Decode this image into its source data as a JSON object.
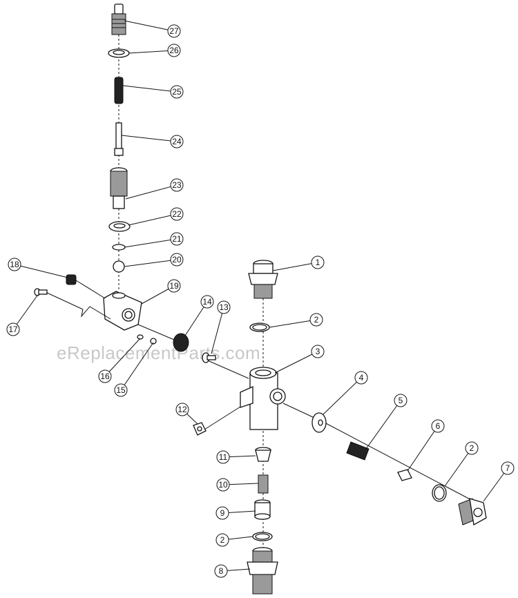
{
  "watermark": "eReplacementParts.com",
  "callouts": [
    "1",
    "2",
    "3",
    "4",
    "5",
    "6",
    "7",
    "8",
    "9",
    "10",
    "11",
    "12",
    "13",
    "14",
    "15",
    "16",
    "17",
    "18",
    "19",
    "20",
    "21",
    "22",
    "23",
    "24",
    "25",
    "26",
    "27"
  ]
}
